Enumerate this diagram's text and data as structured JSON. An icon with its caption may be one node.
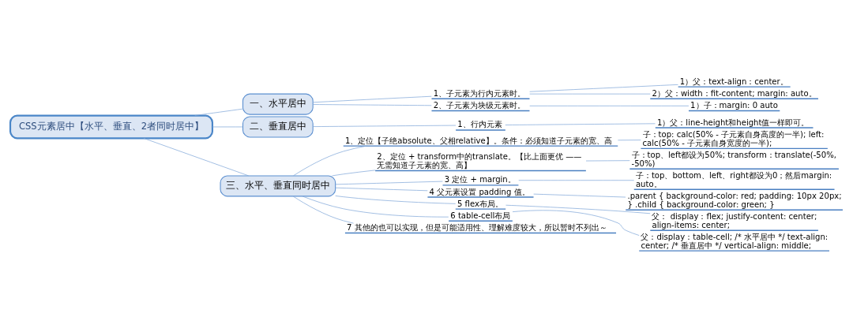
{
  "diagram": {
    "nodes": [
      {
        "text": [
          "CSS元素居中【水平、垂直、2者同时居中】"
        ]
      },
      {
        "text": [
          "一、水平居中"
        ]
      },
      {
        "text": [
          "1、子元素为行内元素时。"
        ]
      },
      {
        "text": [
          "1）父：text-align：center。"
        ]
      },
      {
        "text": [
          "2）父：width：fit-content; margin: auto。"
        ]
      },
      {
        "text": [
          "2、子元素为块级元素时。"
        ]
      },
      {
        "text": [
          "1）子：margin: 0 auto"
        ]
      },
      {
        "text": [
          "二、垂直居中"
        ]
      },
      {
        "text": [
          "1、行内元素"
        ]
      },
      {
        "text": [
          "1）父：line-height和height值一样即可。"
        ]
      },
      {
        "text": [
          "三、水平、垂直同时居中"
        ]
      },
      {
        "text": [
          "1、定位【子绝absolute、父相relative】。条件：必须知道子元素的宽、高"
        ]
      },
      {
        "text": [
          "子：top: calc(50% - 子元素自身高度的一半); left: calc(50% - 子元素自身宽度的一半);"
        ]
      },
      {
        "text": [
          "2、定位 + transform中的translate。【比上面更优 —— 无需知道子元素的宽、高】"
        ]
      },
      {
        "text": [
          "子：top、left都设为50%; transform：translate(-50%, -50%)"
        ]
      },
      {
        "text": [
          "3 定位 + margin。"
        ]
      },
      {
        "text": [
          "子：top、bottom、left、right都设为0；然后margin: auto。"
        ]
      },
      {
        "text": [
          "4 父元素设置 padding 值。"
        ]
      },
      {
        "text": [
          ".parent { background-color: red; padding: 10px 20px; } .child { background-color: green; }"
        ]
      },
      {
        "text": [
          "5 flex布局。"
        ]
      },
      {
        "text": [
          "父： display：flex; justify-content: center; align-items: center;"
        ]
      },
      {
        "text": [
          "6 table-cell布局"
        ]
      },
      {
        "text": [
          "父：display：table-cell; /* 水平居中 */ text-align: center; /* 垂直居中 */ vertical-align: middle;"
        ]
      },
      {
        "text": [
          "7 其他的也可以实现，但是可能适用性、理解难度较大，所以暂时不列出～"
        ]
      }
    ],
    "edges": [
      {
        "from": 0,
        "to": 1,
        "arrow": "none"
      },
      {
        "from": 1,
        "to": 2,
        "arrow": "none"
      },
      {
        "from": 2,
        "to": 3,
        "arrow": "none"
      },
      {
        "from": 2,
        "to": 4,
        "arrow": "none"
      },
      {
        "from": 1,
        "to": 5,
        "arrow": "none"
      },
      {
        "from": 5,
        "to": 6,
        "arrow": "none"
      },
      {
        "from": 0,
        "to": 7,
        "arrow": "none"
      },
      {
        "from": 7,
        "to": 8,
        "arrow": "none"
      },
      {
        "from": 8,
        "to": 9,
        "arrow": "none"
      },
      {
        "from": 0,
        "to": 10,
        "arrow": "none"
      },
      {
        "from": 10,
        "to": 11,
        "arrow": "none"
      },
      {
        "from": 11,
        "to": 12,
        "arrow": "none"
      },
      {
        "from": 10,
        "to": 13,
        "arrow": "none"
      },
      {
        "from": 13,
        "to": 14,
        "arrow": "none"
      },
      {
        "from": 10,
        "to": 15,
        "arrow": "none"
      },
      {
        "from": 15,
        "to": 16,
        "arrow": "none"
      },
      {
        "from": 10,
        "to": 17,
        "arrow": "none"
      },
      {
        "from": 17,
        "to": 18,
        "arrow": "none"
      },
      {
        "from": 10,
        "to": 19,
        "arrow": "none"
      },
      {
        "from": 19,
        "to": 20,
        "arrow": "none"
      },
      {
        "from": 10,
        "to": 21,
        "arrow": "none"
      },
      {
        "from": 21,
        "to": 22,
        "arrow": "none"
      },
      {
        "from": 10,
        "to": 23,
        "arrow": "none"
      }
    ]
  }
}
